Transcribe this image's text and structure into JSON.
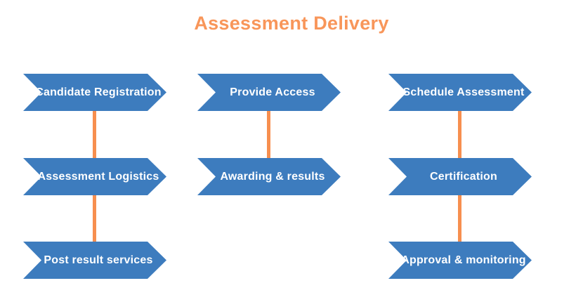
{
  "title": "Assessment Delivery",
  "colors": {
    "title_orange": "#F8965A",
    "arrow_blue": "#3D7CBE",
    "connector_orange": "#F78F4F",
    "label_white": "#FFFFFF"
  },
  "columns": [
    {
      "items": [
        {
          "label": "Candidate Registration"
        },
        {
          "label": "Assessment Logistics"
        },
        {
          "label": "Post result services"
        }
      ]
    },
    {
      "items": [
        {
          "label": "Provide Access"
        },
        {
          "label": "Awarding & results"
        }
      ]
    },
    {
      "items": [
        {
          "label": "Schedule Assessment"
        },
        {
          "label": "Certification"
        },
        {
          "label": "Approval & monitoring"
        }
      ]
    }
  ]
}
